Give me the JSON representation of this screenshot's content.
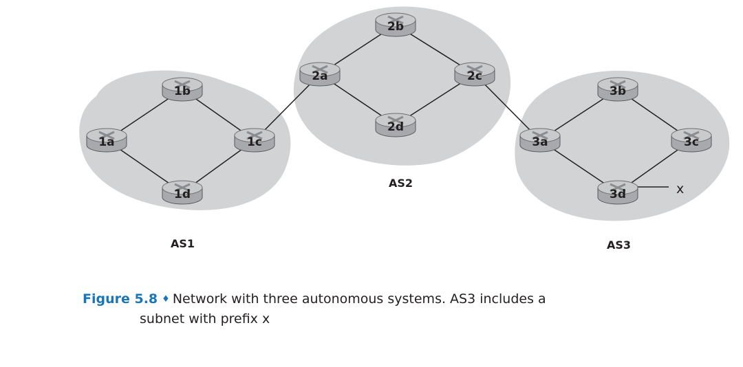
{
  "colors": {
    "as_cloud": "#d1d3d4",
    "router_top": "#c9cacc",
    "router_body": "#a7a9ac",
    "link": "#231f20",
    "caption_accent": "#1a74b8"
  },
  "diagram": {
    "autonomous_systems": [
      {
        "id": "as1",
        "label": "AS1"
      },
      {
        "id": "as2",
        "label": "AS2"
      },
      {
        "id": "as3",
        "label": "AS3"
      }
    ],
    "routers": [
      {
        "id": "1a",
        "label": "1a",
        "as": "AS1"
      },
      {
        "id": "1b",
        "label": "1b",
        "as": "AS1"
      },
      {
        "id": "1c",
        "label": "1c",
        "as": "AS1"
      },
      {
        "id": "1d",
        "label": "1d",
        "as": "AS1"
      },
      {
        "id": "2a",
        "label": "2a",
        "as": "AS2"
      },
      {
        "id": "2b",
        "label": "2b",
        "as": "AS2"
      },
      {
        "id": "2c",
        "label": "2c",
        "as": "AS2"
      },
      {
        "id": "2d",
        "label": "2d",
        "as": "AS2"
      },
      {
        "id": "3a",
        "label": "3a",
        "as": "AS3"
      },
      {
        "id": "3b",
        "label": "3b",
        "as": "AS3"
      },
      {
        "id": "3c",
        "label": "3c",
        "as": "AS3"
      },
      {
        "id": "3d",
        "label": "3d",
        "as": "AS3"
      }
    ],
    "links": [
      [
        "1a",
        "1b"
      ],
      [
        "1b",
        "1c"
      ],
      [
        "1c",
        "1d"
      ],
      [
        "1d",
        "1a"
      ],
      [
        "1c",
        "2a"
      ],
      [
        "2a",
        "2b"
      ],
      [
        "2b",
        "2c"
      ],
      [
        "2c",
        "2d"
      ],
      [
        "2d",
        "2a"
      ],
      [
        "2c",
        "3a"
      ],
      [
        "3a",
        "3b"
      ],
      [
        "3b",
        "3c"
      ],
      [
        "3c",
        "3d"
      ],
      [
        "3d",
        "3a"
      ]
    ],
    "subnet": {
      "attached_to": "3d",
      "label": "x"
    }
  },
  "caption": {
    "label": "Figure 5.8",
    "bullet": "♦",
    "line1": "Network with three autonomous systems. AS3 includes a",
    "line2": "subnet with prefix x"
  }
}
